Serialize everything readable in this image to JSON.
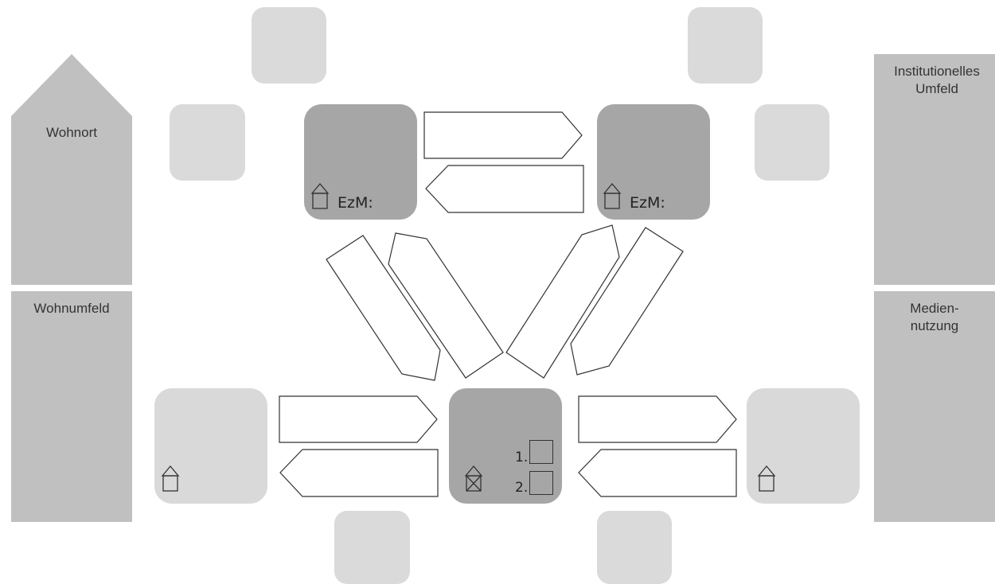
{
  "panels": {
    "wohnort": "Wohnort",
    "wohnumfeld": "Wohnumfeld",
    "institutionell": "Institutionelles\nUmfeld",
    "mediennutzung": "Medien-\nnutzung"
  },
  "nodes": {
    "top_left_label": "EzM:",
    "top_right_label": "EzM:",
    "center_rank_1": "1.",
    "center_rank_2": "2."
  },
  "icons": [
    "house-icon",
    "house-crossed-icon",
    "arrow-right-icon",
    "arrow-left-icon"
  ],
  "colors": {
    "panel": "#c0c0c0",
    "light_box": "#dadada",
    "dark_box": "#a6a6a6",
    "mid_box": "#d9d9d9",
    "arrow_stroke": "#333333"
  }
}
